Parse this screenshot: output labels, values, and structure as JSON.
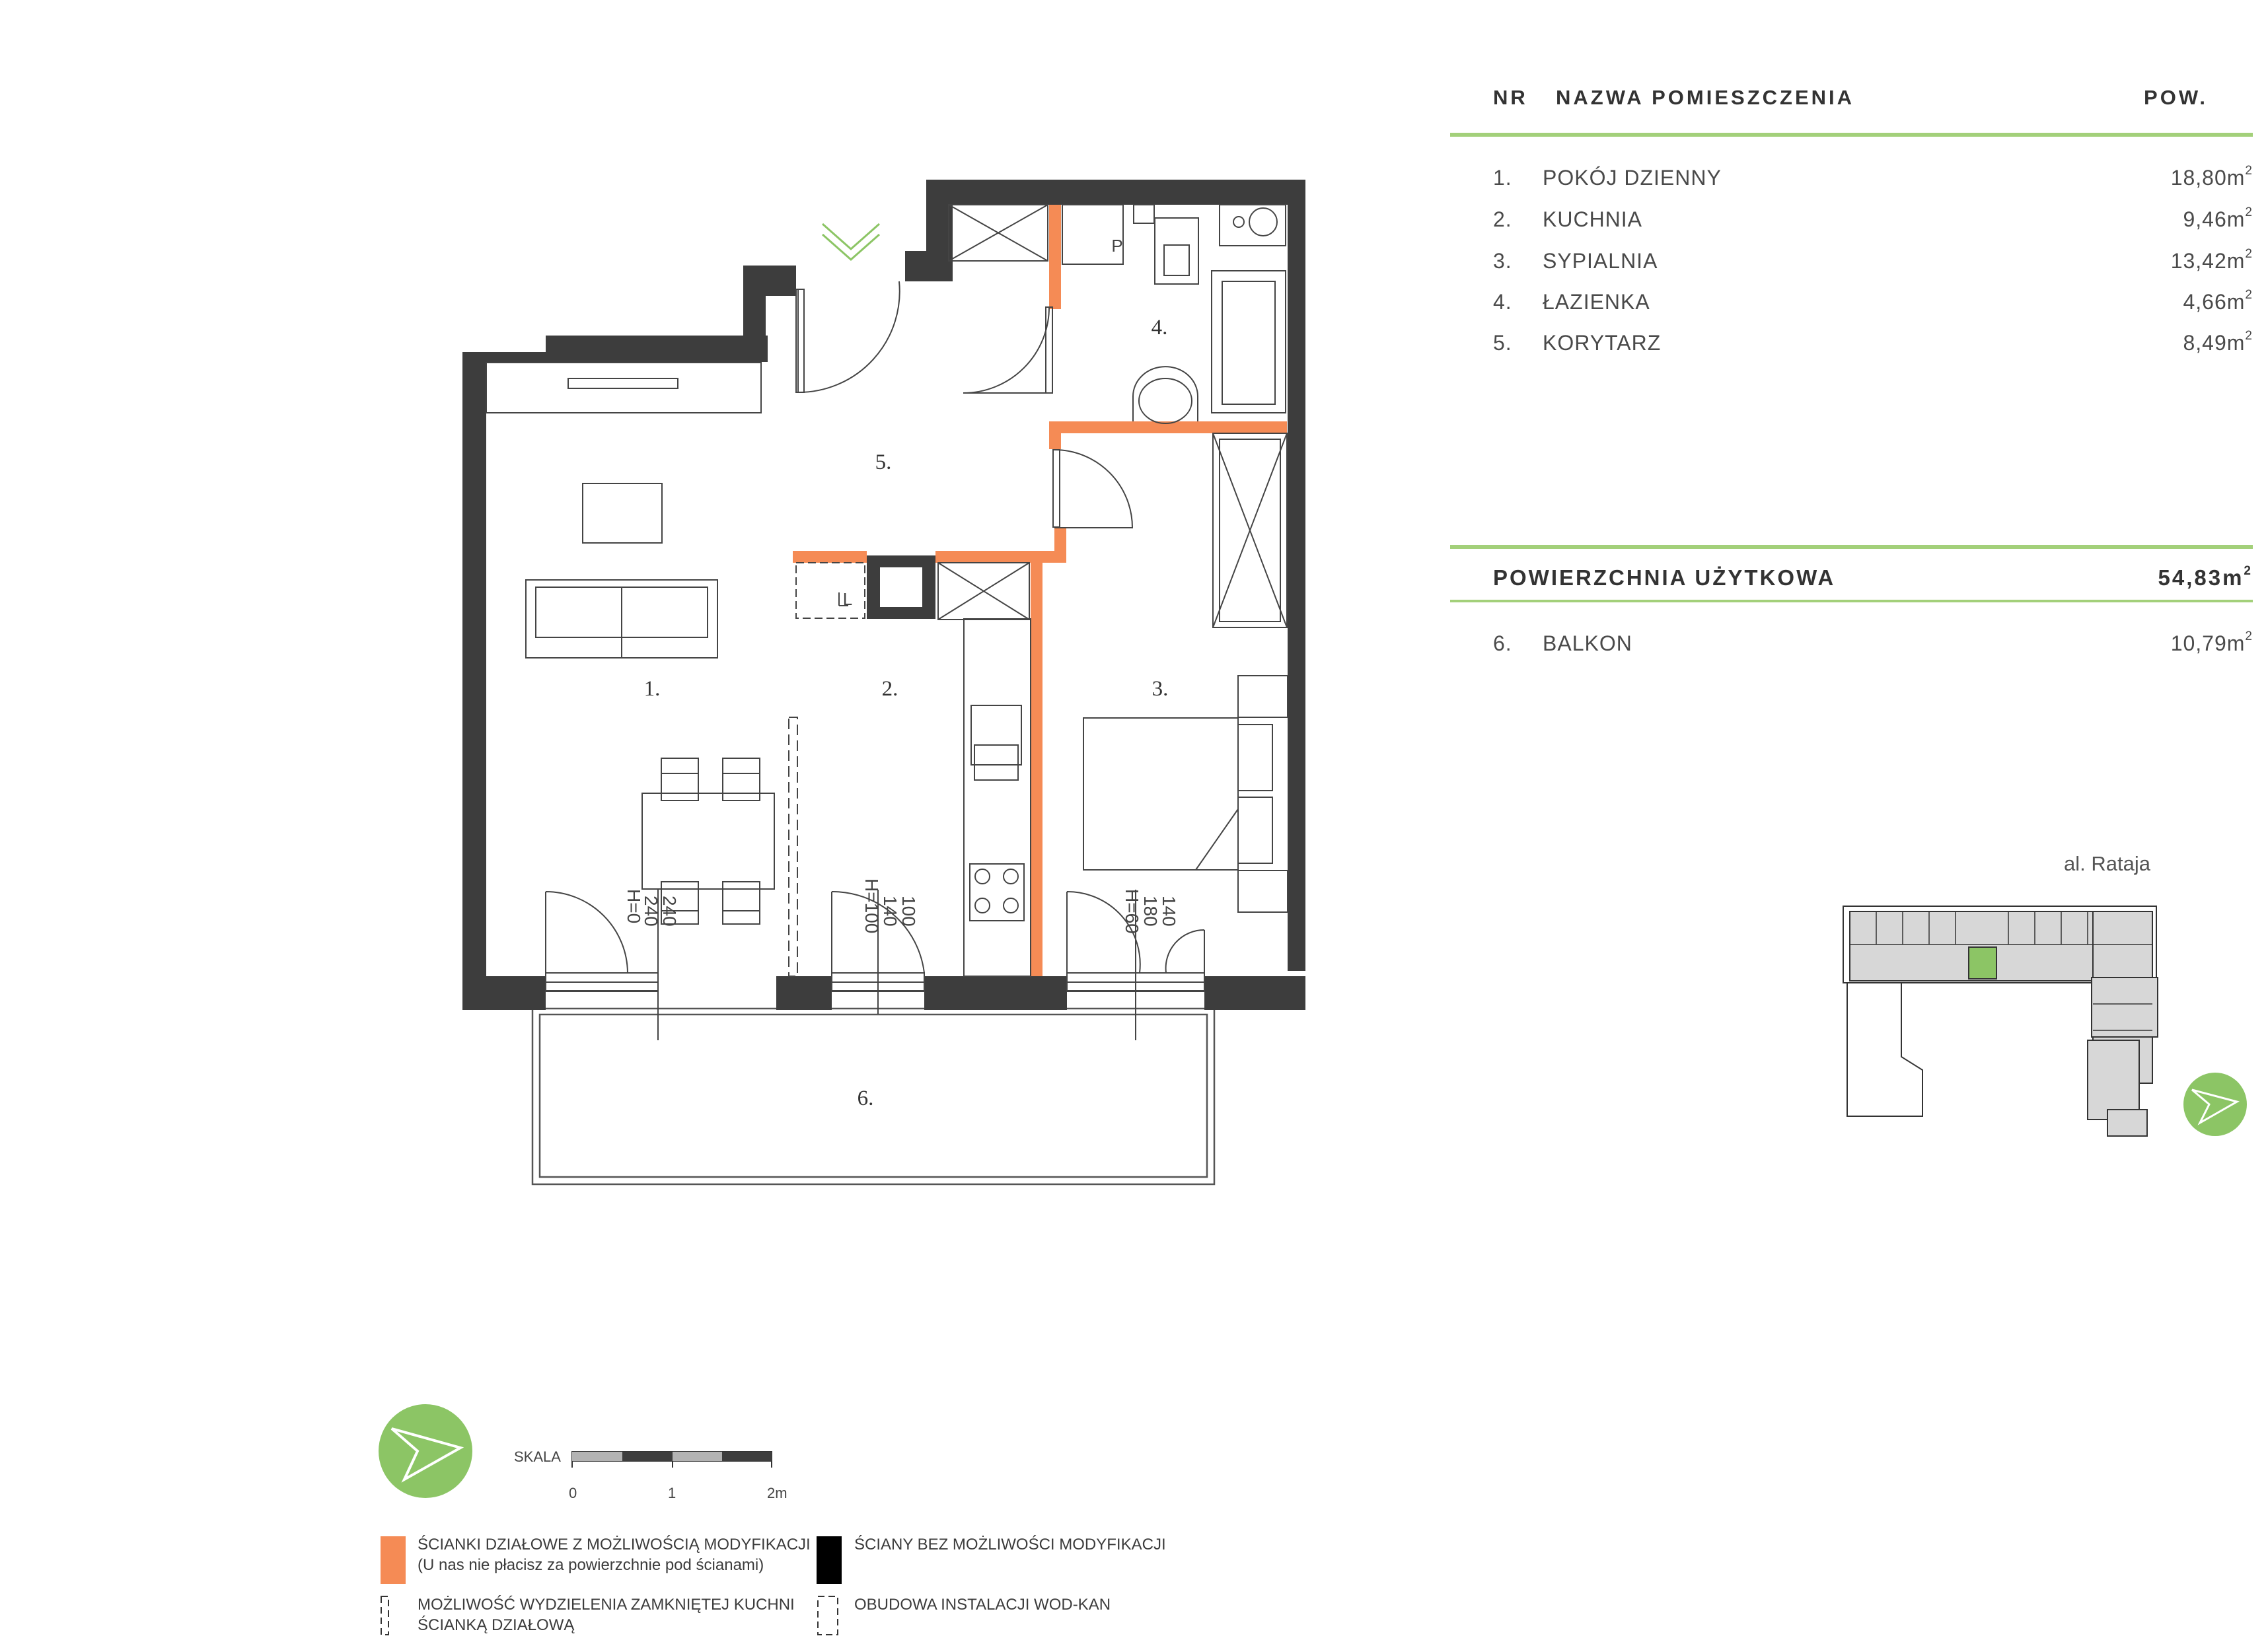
{
  "table": {
    "header": {
      "nr": "NR",
      "name": "NAZWA POMIESZCZENIA",
      "area": "POW."
    },
    "rooms": [
      {
        "nr": "1.",
        "name": "POKÓJ DZIENNY",
        "area": "18,80m"
      },
      {
        "nr": "2.",
        "name": "KUCHNIA",
        "area": "9,46m"
      },
      {
        "nr": "3.",
        "name": "SYPIALNIA",
        "area": "13,42m"
      },
      {
        "nr": "4.",
        "name": "ŁAZIENKA",
        "area": "4,66m"
      },
      {
        "nr": "5.",
        "name": "KORYTARZ",
        "area": "8,49m"
      }
    ],
    "total": {
      "label": "POWIERZCHNIA UŻYTKOWA",
      "area": "54,83m"
    },
    "extra": [
      {
        "nr": "6.",
        "name": "BALKON",
        "area": "10,79m"
      }
    ],
    "unit_sup": "2"
  },
  "plan": {
    "room_labels": [
      "1.",
      "2.",
      "3.",
      "4.",
      "5.",
      "6."
    ],
    "fixture_labels": {
      "wc_box": "P",
      "sink_box": "L"
    },
    "window_dims": [
      {
        "w": "240",
        "h": "240",
        "hh": "H=0"
      },
      {
        "w": "100",
        "h": "140",
        "hh": "H=100"
      },
      {
        "w": "140",
        "h": "180",
        "hh": "H=60"
      }
    ]
  },
  "scale": {
    "label": "SKALA",
    "ticks": [
      "0",
      "1",
      "2m"
    ]
  },
  "legend": {
    "orange": {
      "line1": "ŚCIANKI DZIAŁOWE Z MOŻLIWOŚCIĄ MODYFIKACJI",
      "line2": "(U nas nie płacisz za powierzchnie pod ścianami)"
    },
    "black": "ŚCIANY BEZ MOŻLIWOŚCI MODYFIKACJI",
    "kitchen": {
      "line1": "MOŻLIWOŚĆ WYDZIELENIA ZAMKNIĘTEJ KUCHNI",
      "line2": "ŚCIANKĄ DZIAŁOWĄ"
    },
    "wodkan": "OBUDOWA INSTALACJI WOD-KAN"
  },
  "site": {
    "street": "al. Rataja"
  },
  "colors": {
    "wall": "#3d3d3d",
    "partition": "#f58b55",
    "accent": "#8cc565",
    "rule": "#a3d07a"
  }
}
